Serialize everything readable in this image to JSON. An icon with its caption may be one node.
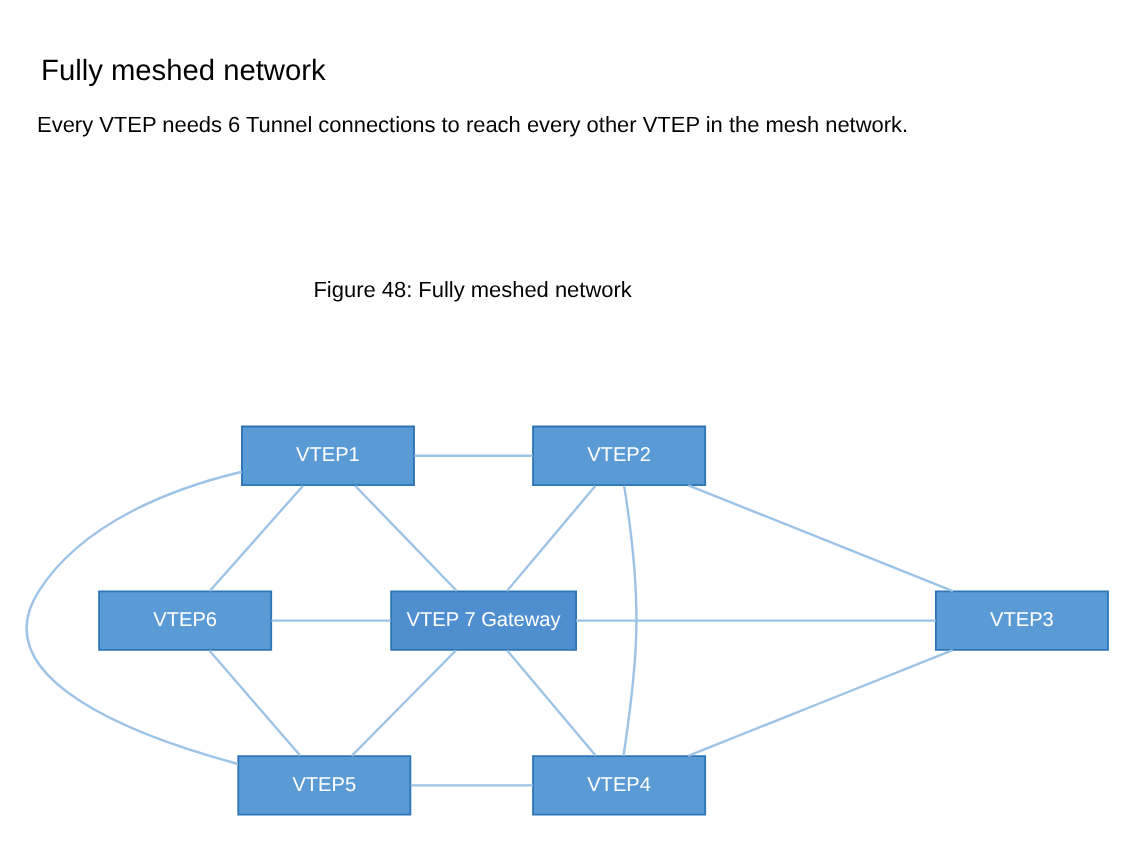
{
  "diagram": {
    "title": "Fully meshed network",
    "nodes": [
      {
        "text": [
          "VTEP1"
        ]
      },
      {
        "text": [
          "VTEP2"
        ]
      },
      {
        "text": [
          "VTEP6"
        ]
      },
      {
        "text": [
          "VTEP 7 Gateway"
        ]
      },
      {
        "text": [
          "VTEP3"
        ]
      },
      {
        "text": [
          "VTEP5"
        ]
      },
      {
        "text": [
          "VTEP4"
        ]
      }
    ],
    "edges": [
      {
        "from": 0,
        "to": 1,
        "arrow": "none"
      },
      {
        "from": 0,
        "to": 2,
        "arrow": "none"
      },
      {
        "from": 0,
        "to": 5,
        "arrow": "none"
      },
      {
        "from": 0,
        "to": 3,
        "arrow": "none"
      },
      {
        "from": 1,
        "to": 3,
        "arrow": "none"
      },
      {
        "from": 1,
        "to": 6,
        "arrow": "none"
      },
      {
        "from": 1,
        "to": 4,
        "arrow": "none"
      },
      {
        "from": 2,
        "to": 3,
        "arrow": "none"
      },
      {
        "from": 3,
        "to": 4,
        "arrow": "none"
      },
      {
        "from": 2,
        "to": 5,
        "arrow": "none"
      },
      {
        "from": 3,
        "to": 5,
        "arrow": "none"
      },
      {
        "from": 3,
        "to": 6,
        "arrow": "none"
      },
      {
        "from": 4,
        "to": 6,
        "arrow": "none"
      },
      {
        "from": 5,
        "to": 6,
        "arrow": "none"
      }
    ],
    "labels": [
      "Every VTEP needs 6 Tunnel connections to reach every other VTEP in the mesh network.",
      "Figure 48: Fully meshed network"
    ]
  }
}
